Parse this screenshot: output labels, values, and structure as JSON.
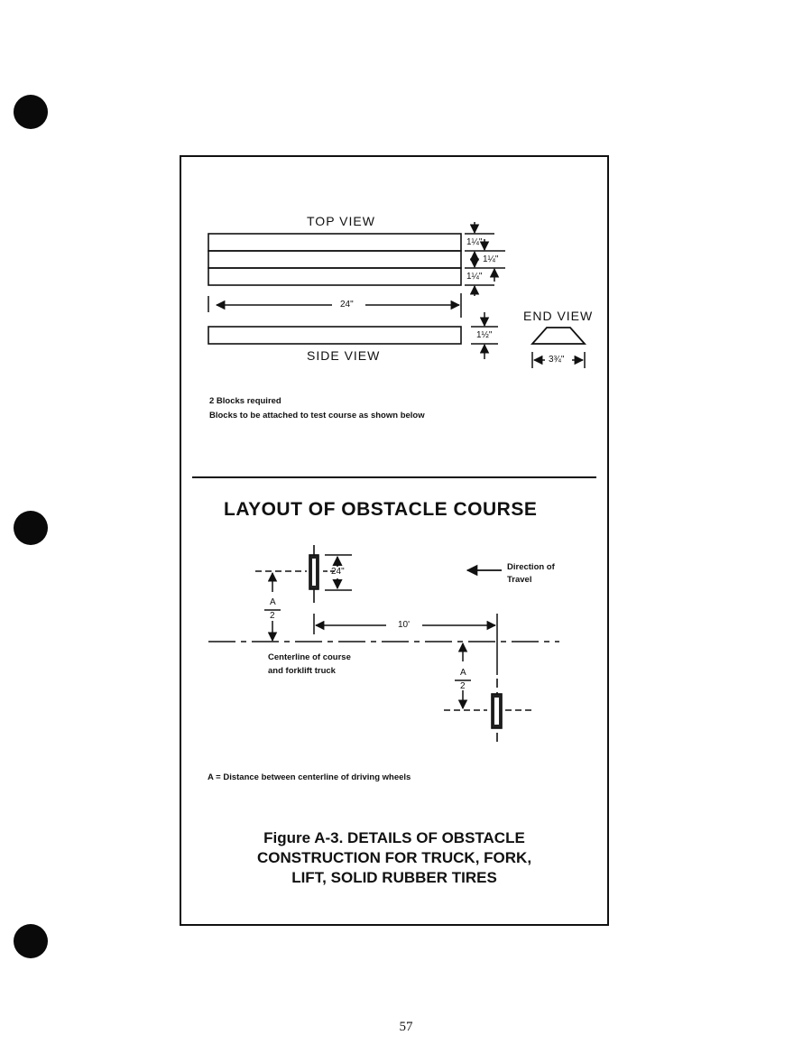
{
  "top_view": {
    "title": "TOP VIEW",
    "dims": [
      "1¼\"",
      "1¼\"",
      "1¼\""
    ],
    "length": "24\""
  },
  "side_view": {
    "title": "SIDE VIEW",
    "height": "1½\""
  },
  "end_view": {
    "title": "END VIEW",
    "width": "3¾\""
  },
  "notes": {
    "line1": "2 Blocks required",
    "line2": "Blocks to be attached to test course as shown below"
  },
  "layout": {
    "title": "LAYOUT OF OBSTACLE COURSE",
    "block_length": "24\"",
    "spacing": "10'",
    "a_label": "A",
    "two_label": "2",
    "direction_line1": "Direction of",
    "direction_line2": "Travel",
    "centerline_line1": "Centerline of course",
    "centerline_line2": "and forklift truck",
    "legend": "A = Distance between centerline of driving wheels"
  },
  "caption": {
    "line1": "Figure A-3. DETAILS OF OBSTACLE",
    "line2": "CONSTRUCTION FOR TRUCK, FORK,",
    "line3": "LIFT, SOLID RUBBER TIRES"
  },
  "page_number": "57"
}
